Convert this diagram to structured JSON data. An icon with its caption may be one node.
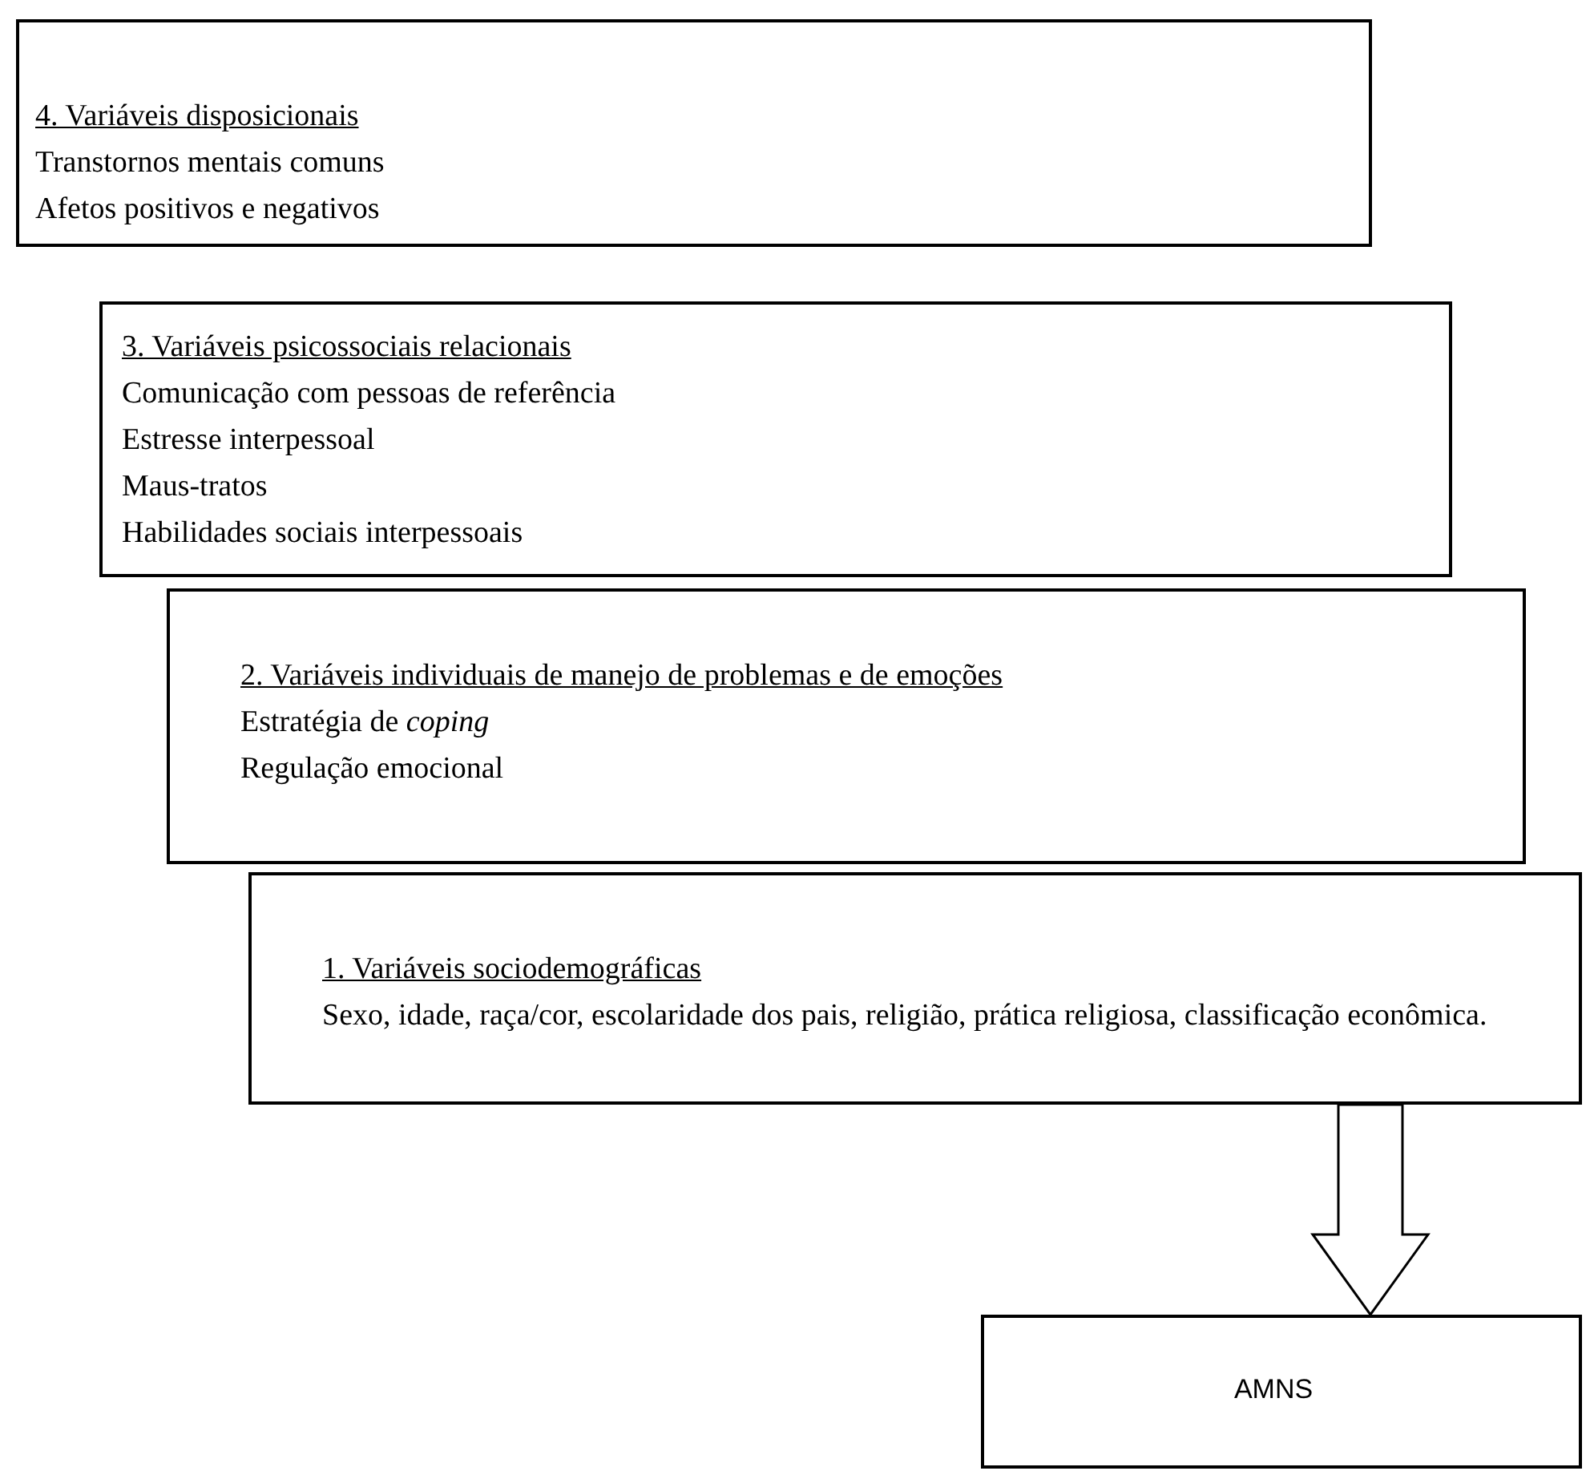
{
  "diagram": {
    "nodes": [
      {
        "text": [
          "4. Variáveis disposicionais",
          "Transtornos mentais comuns",
          "Afetos positivos e negativos"
        ]
      },
      {
        "text": [
          "3. Variáveis psicossociais relacionais",
          "Comunicação com pessoas de referência",
          "Estresse interpessoal",
          "Maus-tratos",
          "Habilidades sociais interpessoais"
        ]
      },
      {
        "text": [
          "2. Variáveis individuais de manejo de problemas e de emoções",
          "Estratégia de *coping*",
          "Regulação emocional"
        ]
      },
      {
        "text": [
          "1. Variáveis sociodemográficas",
          "Sexo, idade, raça/cor, escolaridade dos pais, religião, prática religiosa, classificação econômica."
        ]
      },
      {
        "text": [
          "AMNS"
        ]
      }
    ],
    "edges": [
      {
        "from": 3,
        "to": 4,
        "arrow": "to"
      }
    ]
  }
}
